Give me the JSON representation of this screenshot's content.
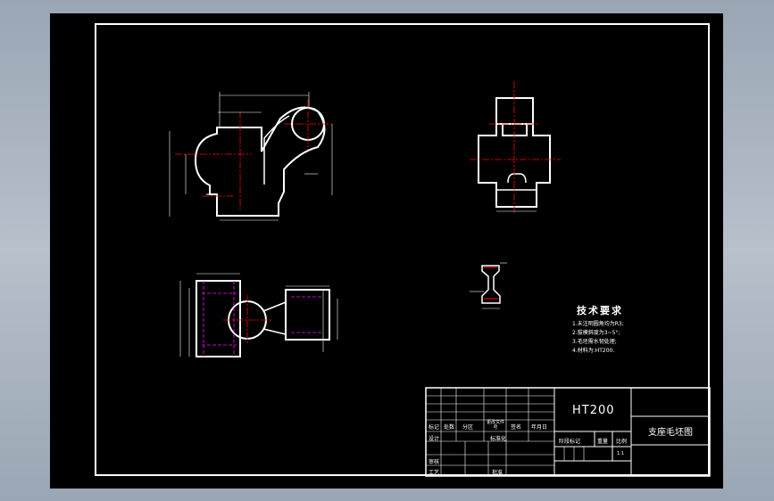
{
  "title_block": {
    "material": "HT200",
    "drawing_name": "支座毛坯图",
    "headers": [
      "标记",
      "处数",
      "分区",
      "更改文件号",
      "签名",
      "年月日"
    ],
    "design_label": "设计",
    "standardize_label": "标准化",
    "stage_mark_label": "阶段标记",
    "weight_label": "重量",
    "scale_label": "比例",
    "review_label": "审核",
    "process_label": "工艺",
    "approve_label": "批准",
    "scale_value": "1:1"
  },
  "tech_req": {
    "title": "技术要求",
    "items": [
      "1.未注明圆角均为R3;",
      "2.拔模斜度为3~5°;",
      "3.毛坯需水韧处理;",
      "4.材料为:HT200."
    ]
  },
  "colors": {
    "line": "#ffffff",
    "center": "#ff0000",
    "hidden": "#ff00ff",
    "background": "#000000"
  }
}
